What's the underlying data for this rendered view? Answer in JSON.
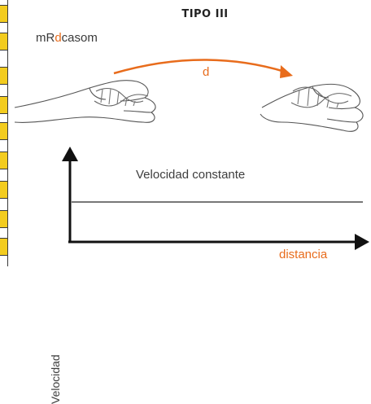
{
  "title": "TIPO III",
  "brand": {
    "prefix": "mR",
    "accent": "d",
    "suffix": "casom"
  },
  "arrow_label": "d",
  "chart": {
    "line_label": "Velocidad constante",
    "ylabel": "Velocidad",
    "xlabel": "distancia"
  },
  "colors": {
    "accent": "#e86c1c",
    "text": "#3a3a3a",
    "strip": "#f3cc1f",
    "axis": "#111111"
  }
}
